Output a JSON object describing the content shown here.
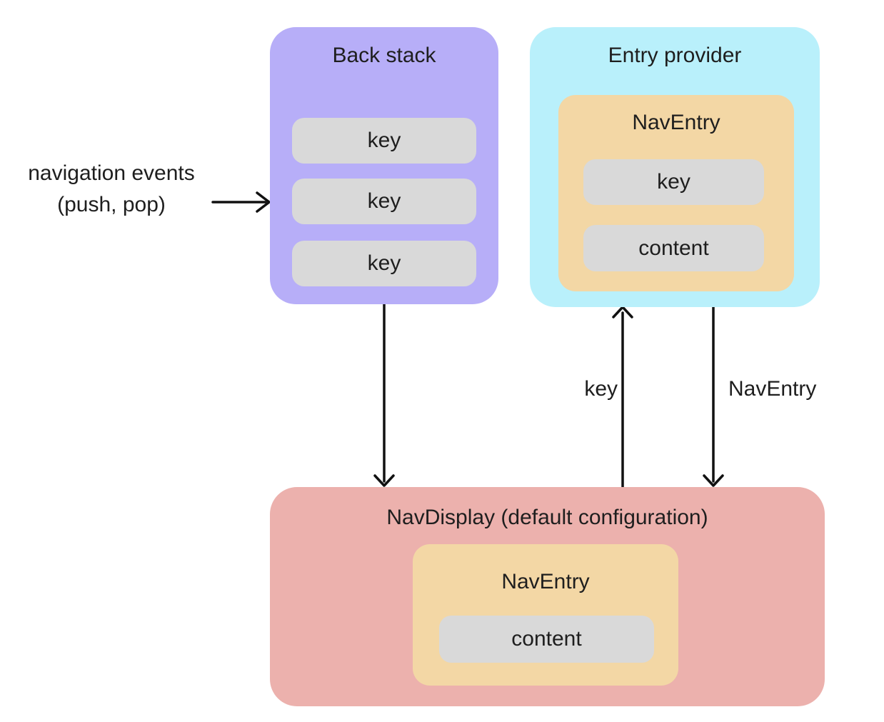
{
  "colors": {
    "background": "#ffffff",
    "back_stack_box": "#b7aef8",
    "entry_provider_box": "#b9f0fb",
    "nav_entry_box": "#f3d7a5",
    "nav_display_box": "#ecb1ad",
    "pill": "#d9d9d9",
    "arrow": "#111111",
    "text": "#1e1e1e"
  },
  "annotation": {
    "line1": "navigation events",
    "line2": "(push, pop)"
  },
  "back_stack": {
    "title": "Back stack",
    "keys": [
      "key",
      "key",
      "key"
    ]
  },
  "entry_provider": {
    "title": "Entry provider",
    "nav_entry": {
      "title": "NavEntry",
      "key": "key",
      "content": "content"
    }
  },
  "edges": {
    "key_label": "key",
    "nav_entry_label": "NavEntry"
  },
  "nav_display": {
    "title": "NavDisplay (default configuration)",
    "nav_entry": {
      "title": "NavEntry",
      "content": "content"
    }
  }
}
